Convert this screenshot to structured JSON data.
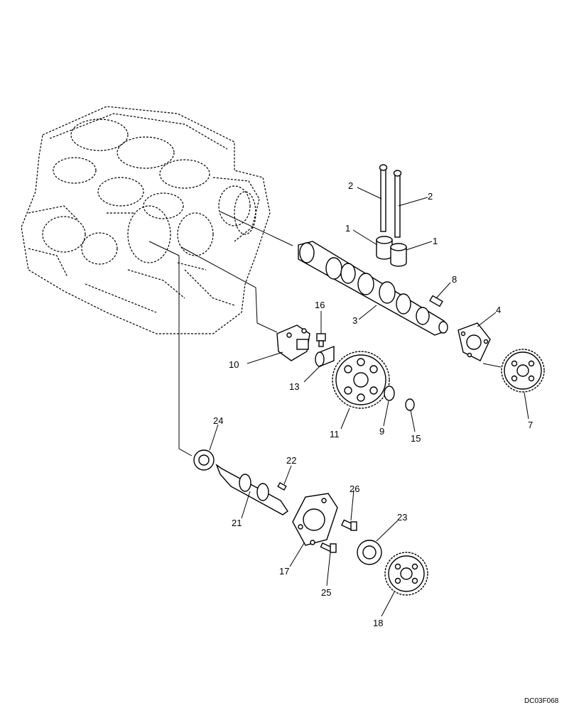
{
  "figure": {
    "code": "DC03F068",
    "callouts": {
      "c1a": "1",
      "c1b": "1",
      "c2a": "2",
      "c2b": "2",
      "c3": "3",
      "c4": "4",
      "c7": "7",
      "c8": "8",
      "c9": "9",
      "c10": "10",
      "c11": "11",
      "c13": "13",
      "c15": "15",
      "c16": "16",
      "c17": "17",
      "c18": "18",
      "c21": "21",
      "c22": "22",
      "c23": "23",
      "c24": "24",
      "c25": "25",
      "c26": "26"
    }
  }
}
